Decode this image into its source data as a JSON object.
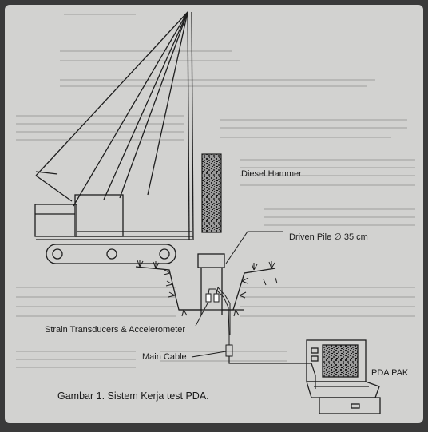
{
  "labels": {
    "diesel_hammer": "Diesel Hammer",
    "driven_pile": "Driven Pile ∅ 35 cm",
    "strain_transducers": "Strain Transducers & Accelerometer",
    "main_cable": "Main Cable",
    "pda_pak": "PDA PAK"
  },
  "caption": "Gambar 1.  Sistem Kerja test PDA.",
  "colors": {
    "paper": "#d2d2d0",
    "line": "#1e1e1e",
    "frame": "#3a3a3a"
  }
}
